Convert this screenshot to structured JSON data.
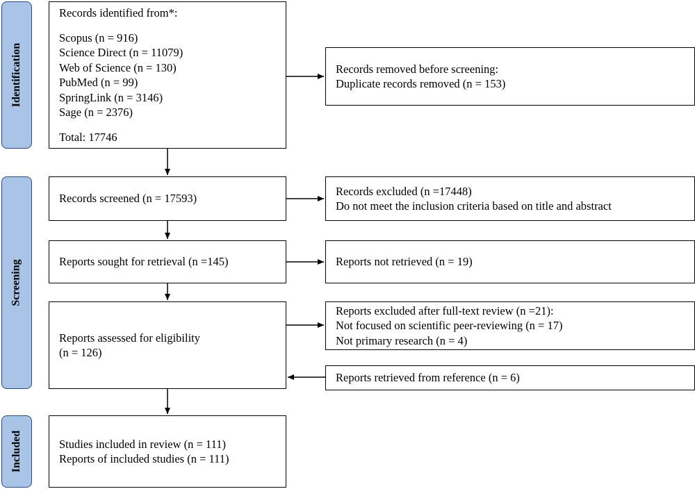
{
  "phases": {
    "identification": "Identification",
    "screening": "Screening",
    "included": "Included"
  },
  "identification_box": {
    "heading": "Records identified from*:",
    "sources": [
      "Scopus (n = 916)",
      "Science Direct (n = 11079)",
      "Web of Science (n = 130)",
      "PubMed (n = 99)",
      "SpringLink (n = 3146)",
      "Sage (n = 2376)"
    ],
    "total": "Total: 17746"
  },
  "removed_box": {
    "line1": "Records removed before screening:",
    "line2": "Duplicate records removed (n = 153)"
  },
  "screened_box": {
    "line1": "Records screened (n = 17593)"
  },
  "excluded_box": {
    "line1": "Records excluded (n =17448)",
    "line2": "Do not meet the inclusion criteria based on title and abstract"
  },
  "sought_box": {
    "line1": "Reports sought for retrieval (n =145)"
  },
  "not_retrieved_box": {
    "line1": "Reports not retrieved (n = 19)"
  },
  "assessed_box": {
    "line1": "Reports assessed for eligibility",
    "line2": "(n = 126)"
  },
  "fulltext_excluded_box": {
    "line1": "Reports excluded after full-text review (n =21):",
    "line2": "Not focused on scientific peer-reviewing (n = 17)",
    "line3": "Not primary research (n = 4)"
  },
  "reference_box": {
    "line1": "Reports retrieved from reference (n = 6)"
  },
  "included_box": {
    "line1": "Studies included in review (n = 111)",
    "line2": "Reports of included studies (n = 111)"
  }
}
